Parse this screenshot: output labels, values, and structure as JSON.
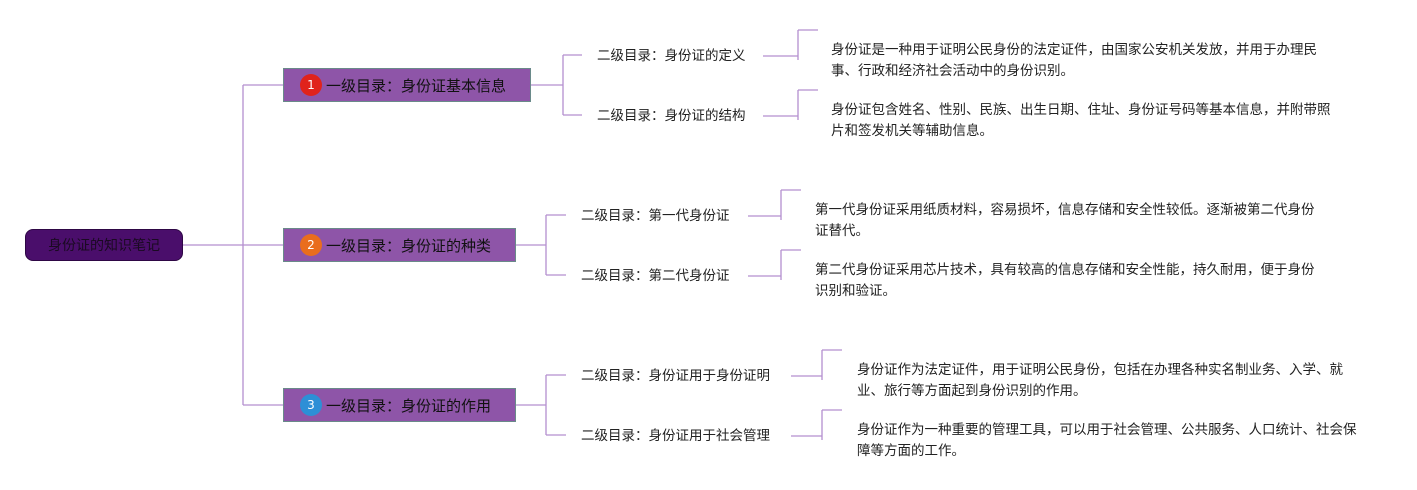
{
  "root": {
    "label": "身份证的知识笔记"
  },
  "colors": {
    "root_bg": "#4a0e6b",
    "level1_bg": "#8e55a8",
    "edge": "#b48fcf",
    "badge_1": "#e0231c",
    "badge_2": "#e96d1e",
    "badge_3": "#2d8fd6"
  },
  "branches": [
    {
      "badge": "1",
      "label": "一级目录：身份证基本信息",
      "children": [
        {
          "label": "二级目录：身份证的定义",
          "note": "身份证是一种用于证明公民身份的法定证件，由国家公安机关发放，并用于办理民事、行政和经济社会活动中的身份识别。"
        },
        {
          "label": "二级目录：身份证的结构",
          "note": "身份证包含姓名、性别、民族、出生日期、住址、身份证号码等基本信息，并附带照片和签发机关等辅助信息。"
        }
      ]
    },
    {
      "badge": "2",
      "label": "一级目录：身份证的种类",
      "children": [
        {
          "label": "二级目录：第一代身份证",
          "note": "第一代身份证采用纸质材料，容易损坏，信息存储和安全性较低。逐渐被第二代身份证替代。"
        },
        {
          "label": "二级目录：第二代身份证",
          "note": "第二代身份证采用芯片技术，具有较高的信息存储和安全性能，持久耐用，便于身份识别和验证。"
        }
      ]
    },
    {
      "badge": "3",
      "label": "一级目录：身份证的作用",
      "children": [
        {
          "label": "二级目录：身份证用于身份证明",
          "note": "身份证作为法定证件，用于证明公民身份，包括在办理各种实名制业务、入学、就业、旅行等方面起到身份识别的作用。"
        },
        {
          "label": "二级目录：身份证用于社会管理",
          "note": "身份证作为一种重要的管理工具，可以用于社会管理、公共服务、人口统计、社会保障等方面的工作。"
        }
      ]
    }
  ]
}
